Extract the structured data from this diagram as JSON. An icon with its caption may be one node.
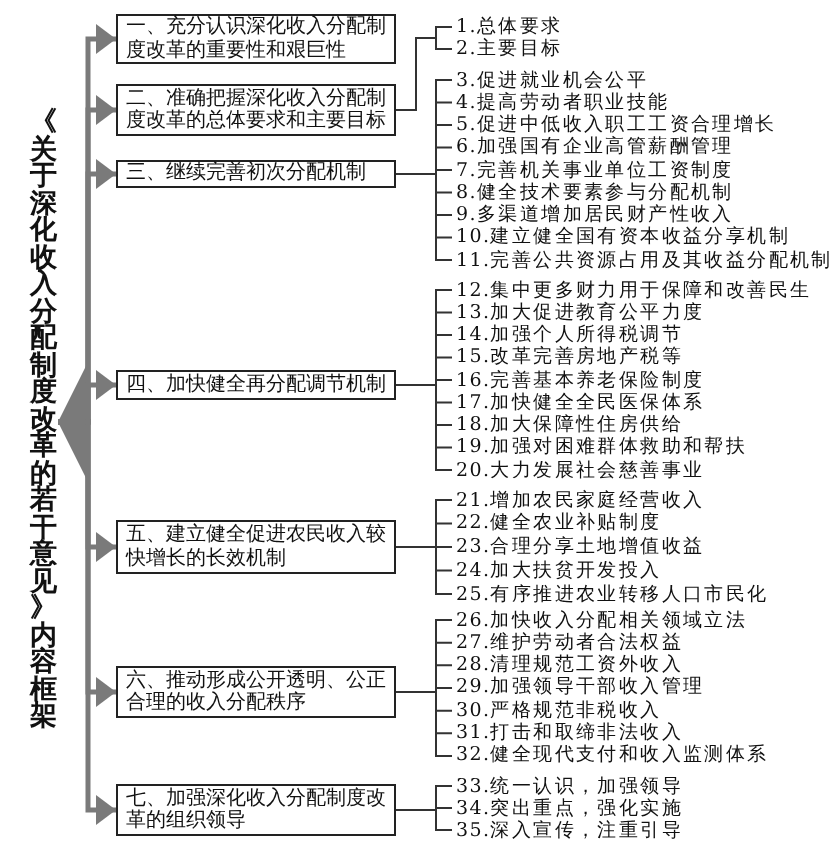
{
  "diagram": {
    "nodes": [
      {
        "text": [
          "《关于深化收入分配制度改革的若干意见》内容框架"
        ]
      },
      {
        "text": [
          "一、充分认识深化收入分配制度改革的重要性和艰巨性"
        ]
      },
      {
        "text": [
          "二、准确把握深化收入分配制度改革的总体要求和主要目标"
        ]
      },
      {
        "text": [
          "三、继续完善初次分配机制"
        ]
      },
      {
        "text": [
          "四、加快健全再分配调节机制"
        ]
      },
      {
        "text": [
          "五、建立健全促进农民收入较快增长的长效机制"
        ]
      },
      {
        "text": [
          "六、推动形成公开透明、公正合理的收入分配秩序"
        ]
      },
      {
        "text": [
          "七、加强深化收入分配制度改革的组织领导"
        ]
      },
      {
        "text": [
          "1.总体要求"
        ]
      },
      {
        "text": [
          "2.主要目标"
        ]
      },
      {
        "text": [
          "3.促进就业机会公平"
        ]
      },
      {
        "text": [
          "4.提高劳动者职业技能"
        ]
      },
      {
        "text": [
          "5.促进中低收入职工工资合理增长"
        ]
      },
      {
        "text": [
          "6.加强国有企业高管薪酬管理"
        ]
      },
      {
        "text": [
          "7.完善机关事业单位工资制度"
        ]
      },
      {
        "text": [
          "8.健全技术要素参与分配机制"
        ]
      },
      {
        "text": [
          "9.多渠道增加居民财产性收入"
        ]
      },
      {
        "text": [
          "10.建立健全国有资本收益分享机制"
        ]
      },
      {
        "text": [
          "11.完善公共资源占用及其收益分配机制"
        ]
      },
      {
        "text": [
          "12.集中更多财力用于保障和改善民生"
        ]
      },
      {
        "text": [
          "13.加大促进教育公平力度"
        ]
      },
      {
        "text": [
          "14.加强个人所得税调节"
        ]
      },
      {
        "text": [
          "15.改革完善房地产税等"
        ]
      },
      {
        "text": [
          "16.完善基本养老保险制度"
        ]
      },
      {
        "text": [
          "17.加快健全全民医保体系"
        ]
      },
      {
        "text": [
          "18.加大保障性住房供给"
        ]
      },
      {
        "text": [
          "19.加强对困难群体救助和帮扶"
        ]
      },
      {
        "text": [
          "20.大力发展社会慈善事业"
        ]
      },
      {
        "text": [
          "21.增加农民家庭经营收入"
        ]
      },
      {
        "text": [
          "22.健全农业补贴制度"
        ]
      },
      {
        "text": [
          "23.合理分享土地增值收益"
        ]
      },
      {
        "text": [
          "24.加大扶贫开发投入"
        ]
      },
      {
        "text": [
          "25.有序推进农业转移人口市民化"
        ]
      },
      {
        "text": [
          "26.加快收入分配相关领域立法"
        ]
      },
      {
        "text": [
          "27.维护劳动者合法权益"
        ]
      },
      {
        "text": [
          "28.清理规范工资外收入"
        ]
      },
      {
        "text": [
          "29.加强领导干部收入管理"
        ]
      },
      {
        "text": [
          "30.严格规范非税收入"
        ]
      },
      {
        "text": [
          "31.打击和取缔非法收入"
        ]
      },
      {
        "text": [
          "32.健全现代支付和收入监测体系"
        ]
      },
      {
        "text": [
          "33.统一认识，加强领导"
        ]
      },
      {
        "text": [
          "34.突出重点，强化实施"
        ]
      },
      {
        "text": [
          "35.深入宣传，注重引导"
        ]
      }
    ],
    "edges": [
      {
        "from": 0,
        "to": 1,
        "arrow": "to",
        "style": "thick",
        "color": "#7a7a7a"
      },
      {
        "from": 0,
        "to": 2,
        "arrow": "to",
        "style": "thick",
        "color": "#7a7a7a"
      },
      {
        "from": 0,
        "to": 3,
        "arrow": "to",
        "style": "thick",
        "color": "#7a7a7a"
      },
      {
        "from": 0,
        "to": 4,
        "arrow": "to",
        "style": "thick",
        "color": "#7a7a7a"
      },
      {
        "from": 0,
        "to": 5,
        "arrow": "to",
        "style": "thick",
        "color": "#7a7a7a"
      },
      {
        "from": 0,
        "to": 6,
        "arrow": "to",
        "style": "thick",
        "color": "#7a7a7a"
      },
      {
        "from": 0,
        "to": 7,
        "arrow": "to",
        "style": "thick",
        "color": "#7a7a7a"
      },
      {
        "from": 2,
        "to": 8,
        "arrow": "none"
      },
      {
        "from": 2,
        "to": 9,
        "arrow": "none"
      },
      {
        "from": 3,
        "to": 10,
        "arrow": "none"
      },
      {
        "from": 3,
        "to": 11,
        "arrow": "none"
      },
      {
        "from": 3,
        "to": 12,
        "arrow": "none"
      },
      {
        "from": 3,
        "to": 13,
        "arrow": "none"
      },
      {
        "from": 3,
        "to": 14,
        "arrow": "none"
      },
      {
        "from": 3,
        "to": 15,
        "arrow": "none"
      },
      {
        "from": 3,
        "to": 16,
        "arrow": "none"
      },
      {
        "from": 3,
        "to": 17,
        "arrow": "none"
      },
      {
        "from": 3,
        "to": 18,
        "arrow": "none"
      },
      {
        "from": 4,
        "to": 19,
        "arrow": "none"
      },
      {
        "from": 4,
        "to": 20,
        "arrow": "none"
      },
      {
        "from": 4,
        "to": 21,
        "arrow": "none"
      },
      {
        "from": 4,
        "to": 22,
        "arrow": "none"
      },
      {
        "from": 4,
        "to": 23,
        "arrow": "none"
      },
      {
        "from": 4,
        "to": 24,
        "arrow": "none"
      },
      {
        "from": 4,
        "to": 25,
        "arrow": "none"
      },
      {
        "from": 4,
        "to": 26,
        "arrow": "none"
      },
      {
        "from": 4,
        "to": 27,
        "arrow": "none"
      },
      {
        "from": 5,
        "to": 28,
        "arrow": "none"
      },
      {
        "from": 5,
        "to": 29,
        "arrow": "none"
      },
      {
        "from": 5,
        "to": 30,
        "arrow": "none"
      },
      {
        "from": 5,
        "to": 31,
        "arrow": "none"
      },
      {
        "from": 5,
        "to": 32,
        "arrow": "none"
      },
      {
        "from": 6,
        "to": 33,
        "arrow": "none"
      },
      {
        "from": 6,
        "to": 34,
        "arrow": "none"
      },
      {
        "from": 6,
        "to": 35,
        "arrow": "none"
      },
      {
        "from": 6,
        "to": 36,
        "arrow": "none"
      },
      {
        "from": 6,
        "to": 37,
        "arrow": "none"
      },
      {
        "from": 6,
        "to": 38,
        "arrow": "none"
      },
      {
        "from": 6,
        "to": 39,
        "arrow": "none"
      },
      {
        "from": 7,
        "to": 40,
        "arrow": "none"
      },
      {
        "from": 7,
        "to": 41,
        "arrow": "none"
      },
      {
        "from": 7,
        "to": 42,
        "arrow": "none"
      }
    ]
  }
}
